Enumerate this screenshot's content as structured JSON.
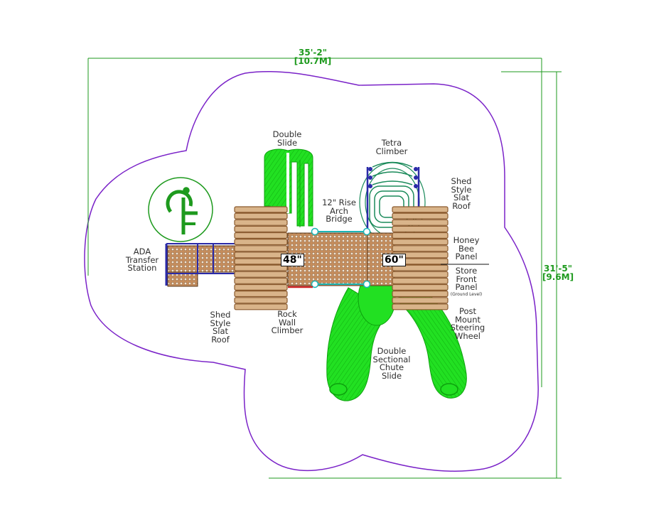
{
  "dimensions": {
    "width_ft": "35'-2\"",
    "width_m": "[10.7M]",
    "depth_ft": "31'-5\"",
    "depth_m": "[9.6M]"
  },
  "deck_heights": {
    "left": "48\"",
    "right": "60\""
  },
  "labels": {
    "double_slide": [
      "Double",
      "Slide"
    ],
    "tetra_climber": [
      "Tetra",
      "Climber"
    ],
    "arch_bridge": [
      "12\" Rise",
      "Arch",
      "Bridge"
    ],
    "shed_roof_right": [
      "Shed",
      "Style",
      "Slat",
      "Roof"
    ],
    "honey_bee_panel": [
      "Honey",
      "Bee",
      "Panel"
    ],
    "store_front_panel": [
      "Store",
      "Front",
      "Panel"
    ],
    "ground_level": "(Ground Level)",
    "post_mount_wheel": [
      "Post",
      "Mount",
      "Steering",
      "Wheel"
    ],
    "chute_slide": [
      "Double",
      "Sectional",
      "Chute",
      "Slide"
    ],
    "ada_station": [
      "ADA",
      "Transfer",
      "Station"
    ],
    "shed_roof_left": [
      "Shed",
      "Style",
      "Slat",
      "Roof"
    ],
    "rock_wall": [
      "Rock",
      "Wall",
      "Climber"
    ]
  },
  "icons": {
    "accessibility": "accessibility-icon"
  },
  "colors": {
    "boundary": "#7a22c8",
    "dimension": "#1e9a1e",
    "slide": "#22e022",
    "climber": "#1a8a5a",
    "roof": "#8a5a2e",
    "roof_fill": "#d9b48a",
    "deck": "#c58d5c",
    "post": "#2a2aa8",
    "bridge_frame": "#1ab5b5"
  }
}
